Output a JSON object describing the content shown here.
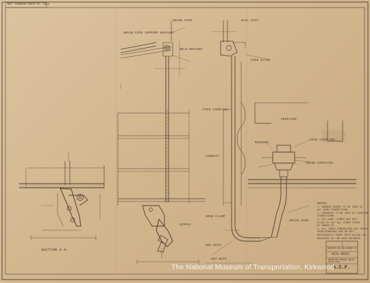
{
  "header_stamp": "REF. DRAWING PARTS CO. 1928",
  "labels": {
    "drain_pipe": "DRAIN PIPE",
    "rail_post": "RAIL POST",
    "support_bracket": "DRAIN PIPE SUPPORT BRACKET",
    "weld_bracket": "WELD BRACKET",
    "pipe_clamp": "PIPE CLAMP",
    "conduit": "CONDUIT",
    "pipe_coupling": "PIPE COUPLING",
    "coupling": "COUPLING",
    "hose_coupling": "HOSE COUPLING",
    "hose_clamp": "HOSE CLAMP",
    "union_coupling": "UNION COUPLING",
    "nipple": "NIPPLE",
    "hex_nuts_1": "HEX NUTS",
    "hex_nuts_2": "HEX NUTS",
    "bushing": "BUSHING",
    "drain_hose": "DRAIN HOSE",
    "section": "SECTION A-A"
  },
  "notes": {
    "heading": "NOTES:",
    "items": [
      "1. RUBBER CEMENT TO BE USED AT",
      "   ALL HOSE CONNECTIONS.",
      "2. PERMATEX TO BE USED AT COUPLING",
      "   CONNECTIONS.",
      "3. ALL HOSE CLAMPS AND SUP-",
      "   PLIED BY ACF ALL OTHER ITEMS",
      "   BY OWNER CO.",
      "4. ALL CROSS DIMENSIONS ARE TAKEN",
      "   FROM DRAWINGS AND DO NOT",
      "   NECESSARILY AGREE WITH ACTUAL DI-",
      "   MENSIONS ON THE WOOD BETWEEN."
    ]
  },
  "title_block": {
    "company": "AMERICAN CAR AND FOUNDRY CO.",
    "drawing_no": "ACG-4651",
    "description": "MOUNTING DRAIN VALVE",
    "sub": "COACH PLAN",
    "initials": "A.C.F."
  },
  "watermark": "The National Museum of Transportation, Kirkwood"
}
